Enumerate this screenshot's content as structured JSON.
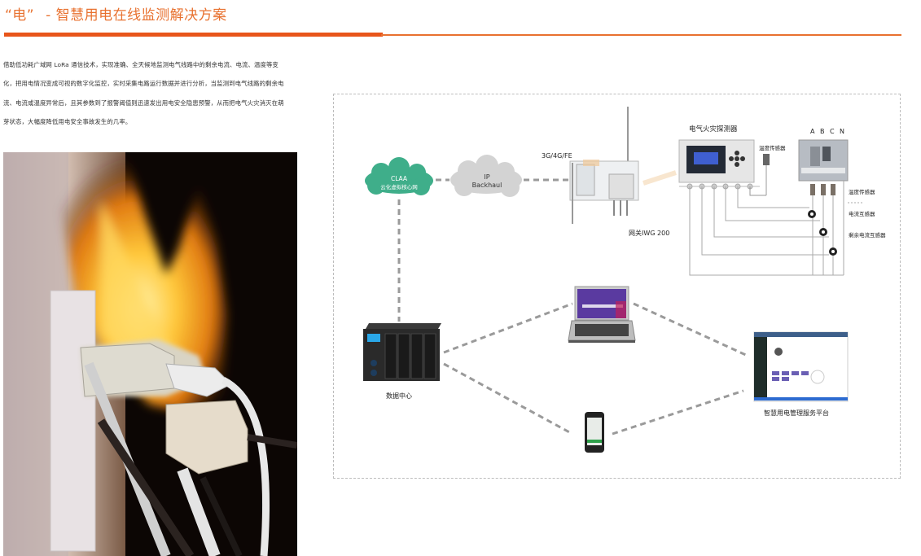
{
  "header": {
    "title_quote": "“电”",
    "title_text": "- 智慧用电在线监测解决方案"
  },
  "colors": {
    "accent": "#e8712f",
    "accent_dark": "#e8551a",
    "cloud_green": "#3fae8a",
    "cloud_gray": "#d0d0d0",
    "dash_gray": "#9a9a9a"
  },
  "intro": {
    "paragraph": "借助低功耗广域网 LoRa 通信技术，实现准确、全天候地监测电气线路中的剩余电流、电流、温度等变化，把用电情况变成可视的数字化监控，实时采集电路运行数据并进行分析，当监测到电气线路的剩余电流、电流或温度异常后，且其参数到了报警阈值则迅速发出用电安全隐患预警，从而把电气火灾消灭在萌芽状态，大幅度降低用电安全事故发生的几率。"
  },
  "photo": {
    "subject": "burning-overloaded-power-socket"
  },
  "diagram": {
    "clouds": {
      "claa": {
        "line1": "CLAA",
        "line2": "云化虚拟核心网"
      },
      "ip": {
        "line1": "IP",
        "line2": "Backhaul"
      }
    },
    "gateway": {
      "link_label": "3G/4G/FE",
      "name": "网关IWG 200"
    },
    "detector": {
      "name": "电气火灾探测器",
      "temp_sensor_label": "温度传感器"
    },
    "breaker": {
      "phases": [
        "A",
        "B",
        "C",
        "N"
      ],
      "labels": [
        "温度传感器",
        "电流互感器",
        "剩余电流互感器"
      ]
    },
    "data_center": {
      "name": "数据中心"
    },
    "platform": {
      "name": "智慧用电管理服务平台"
    },
    "devices": {
      "laptop": "laptop-client",
      "phone": "mobile-client"
    }
  }
}
